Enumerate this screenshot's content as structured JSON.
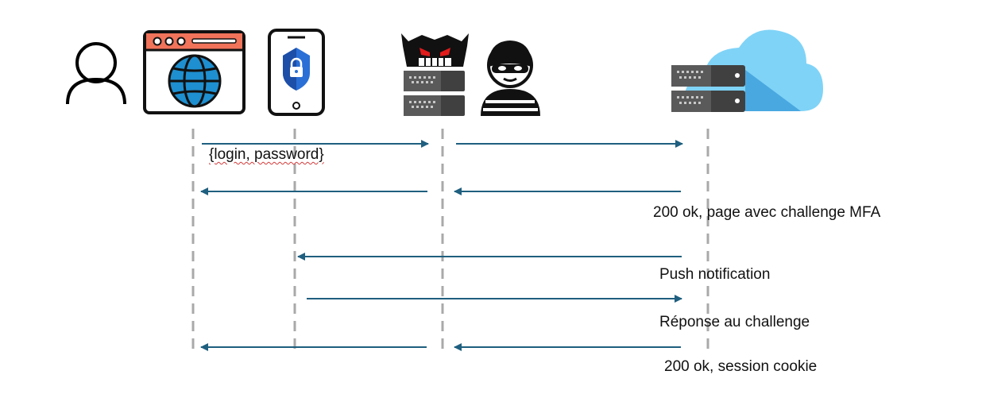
{
  "colors": {
    "arrow": "#1f5f7f",
    "lifeline": "#a9a9a9",
    "browser_frame": "#f0735a",
    "globe": "#1e8fd0",
    "cloud": "#7fd3f7",
    "cloud_shadow": "#4aa8e0",
    "server": "#404040",
    "server_front": "#5a5a5a",
    "attacker_eyes": "#e21b1b"
  },
  "participants": [
    {
      "id": "user",
      "icon": "user-icon"
    },
    {
      "id": "browser",
      "icon": "browser-globe-icon"
    },
    {
      "id": "phone",
      "icon": "authenticator-phone-icon"
    },
    {
      "id": "proxy",
      "icon": "malicious-proxy-server-icon"
    },
    {
      "id": "attacker",
      "icon": "hacker-icon"
    },
    {
      "id": "server",
      "icon": "cloud-server-icon"
    }
  ],
  "messages": [
    {
      "label": "{login, password}"
    },
    {
      "label": "200 ok, page avec challenge MFA"
    },
    {
      "label": "Push notification"
    },
    {
      "label": "Réponse au challenge"
    },
    {
      "label": "200 ok, session cookie"
    }
  ]
}
